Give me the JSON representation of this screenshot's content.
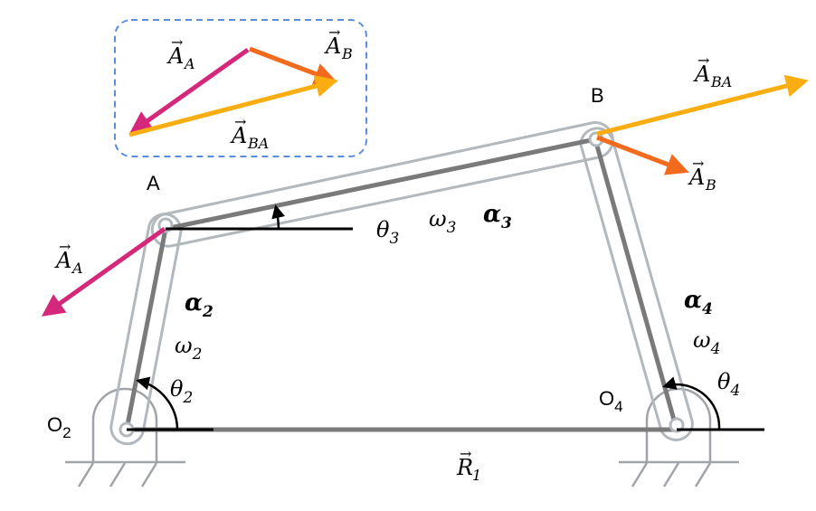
{
  "points": {
    "A": "A",
    "B": "B",
    "O2": {
      "base": "O",
      "sub": "2"
    },
    "O4": {
      "base": "O",
      "sub": "4"
    }
  },
  "angles": {
    "theta2": {
      "sym": "θ",
      "sub": "2"
    },
    "theta3": {
      "sym": "θ",
      "sub": "3"
    },
    "theta4": {
      "sym": "θ",
      "sub": "4"
    }
  },
  "omegas": {
    "omega2": {
      "sym": "ω",
      "sub": "2"
    },
    "omega3": {
      "sym": "ω",
      "sub": "3"
    },
    "omega4": {
      "sym": "ω",
      "sub": "4"
    }
  },
  "alphas": {
    "alpha2": {
      "sym": "α",
      "sub": "2"
    },
    "alpha3": {
      "sym": "α",
      "sub": "3"
    },
    "alpha4": {
      "sym": "α",
      "sub": "4"
    }
  },
  "vectors": {
    "A_A": {
      "sym": "A",
      "sub": "A",
      "arrow": "→"
    },
    "A_B": {
      "sym": "A",
      "sub": "B",
      "arrow": "→"
    },
    "A_BA": {
      "sym": "A",
      "sub": "BA",
      "arrow": "→"
    },
    "R_1": {
      "sym": "R",
      "sub": "1",
      "arrow": "→"
    }
  },
  "colors": {
    "link_outline": "#b3b8bd",
    "link_center": "#7a7a7a",
    "ground": "#a0a4a8",
    "A_A": "#d6287b",
    "A_B": "#f26b1d",
    "A_BA": "#f9ad11",
    "inset_border": "#5b8de0"
  }
}
